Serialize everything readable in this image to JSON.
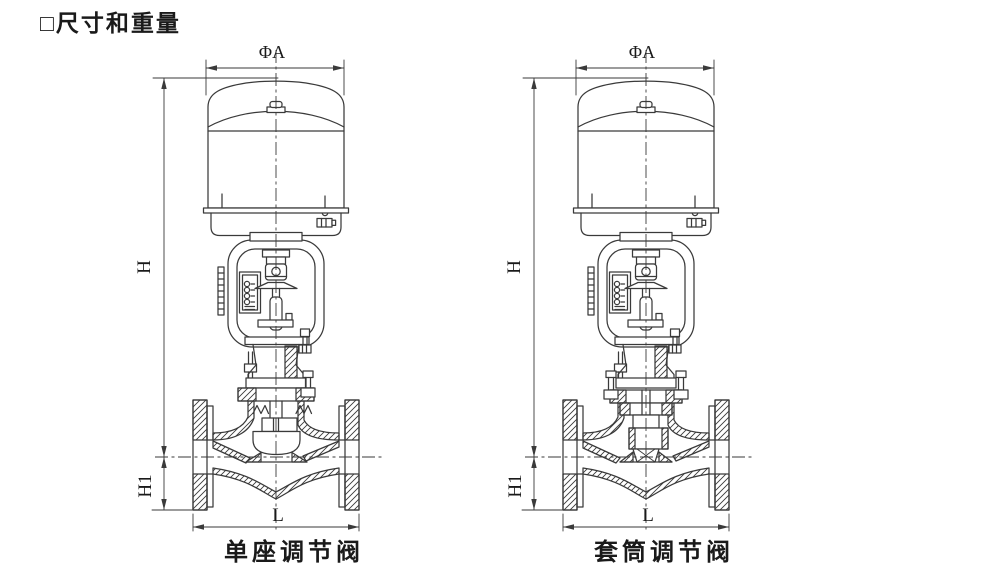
{
  "title": "□尺寸和重量",
  "colors": {
    "line": "#3a3a3a",
    "text": "#1a1a1a",
    "background": "#ffffff"
  },
  "figures": [
    {
      "caption": "单座调节阀",
      "dims": {
        "diameter": "ΦA",
        "height": "H",
        "height1": "H1",
        "length": "L"
      }
    },
    {
      "caption": "套筒调节阀",
      "dims": {
        "diameter": "ΦA",
        "height": "H",
        "height1": "H1",
        "length": "L"
      }
    }
  ]
}
